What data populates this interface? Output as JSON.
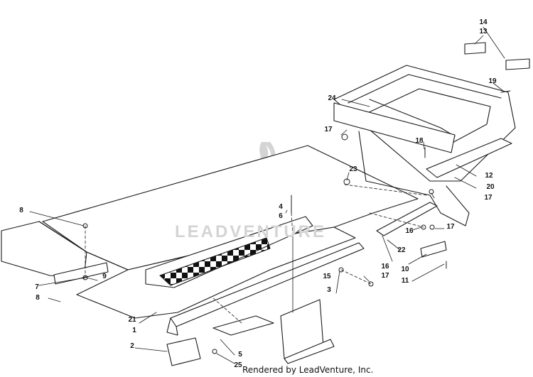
{
  "diagram": {
    "callouts": [
      "1",
      "2",
      "3",
      "4",
      "5",
      "6",
      "7",
      "8",
      "8",
      "9",
      "10",
      "11",
      "12",
      "13",
      "14",
      "15",
      "16",
      "16",
      "17",
      "17",
      "17",
      "17",
      "18",
      "19",
      "20",
      "21",
      "22",
      "23",
      "24",
      "25"
    ]
  },
  "watermark": {
    "brand": "LEADVENTURE"
  },
  "footer": {
    "text": "Rendered by LeadVenture, Inc."
  },
  "colors": {
    "line": "#1a1a1a",
    "watermark": "#d4d4d4",
    "background": "#ffffff"
  }
}
